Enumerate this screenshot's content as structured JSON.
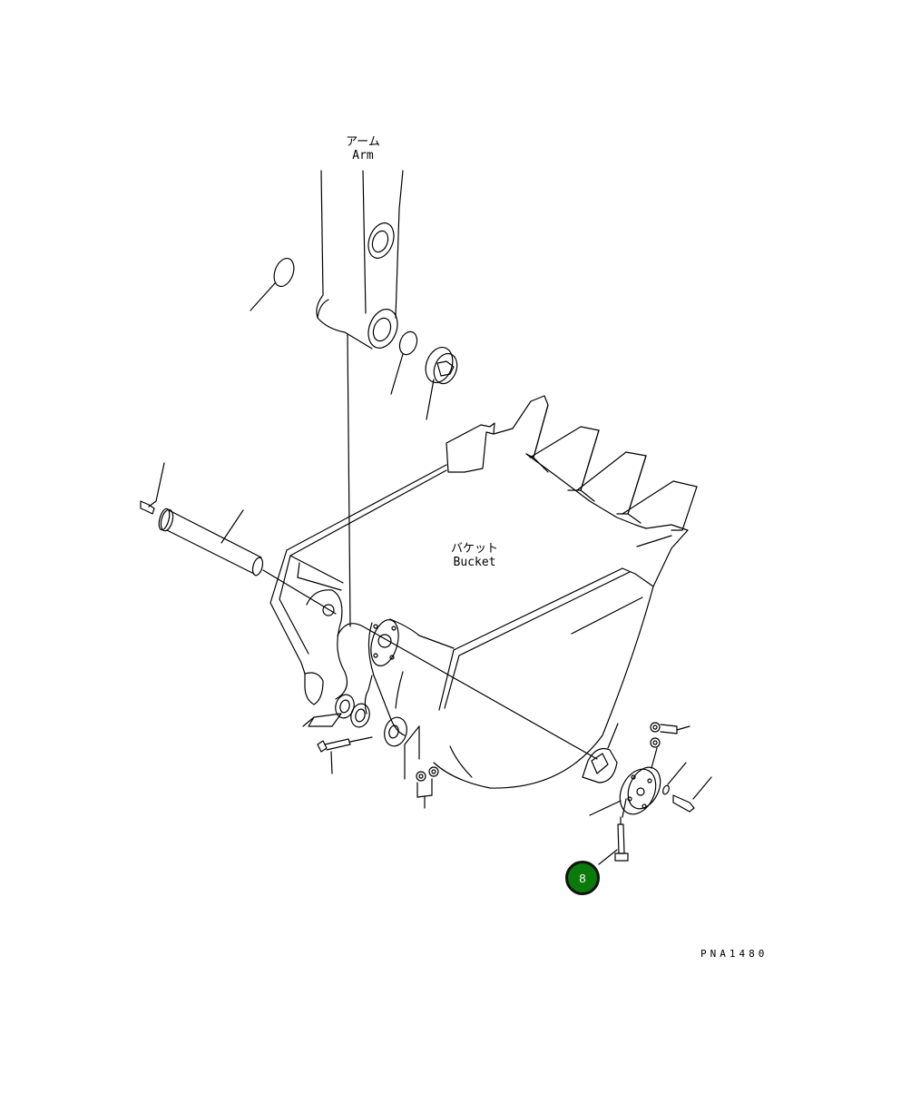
{
  "labels": {
    "arm_jp": "アーム",
    "arm_en": "Arm",
    "bucket_jp": "バケット",
    "bucket_en": "Bucket"
  },
  "callouts": [
    {
      "number": "8",
      "color": "#0a7a0a"
    }
  ],
  "drawing_code": "PNA1480"
}
